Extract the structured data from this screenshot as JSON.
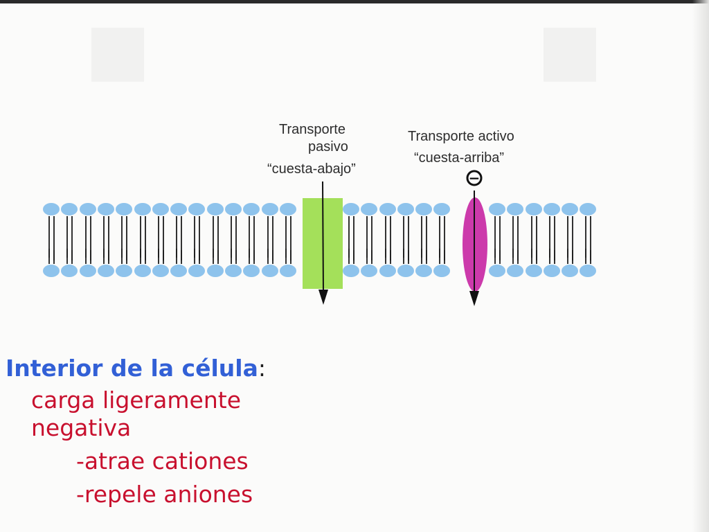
{
  "diagram": {
    "passive_title": "Transporte",
    "passive_title_2": "pasivo",
    "passive_subtitle": "“cuesta-abajo”",
    "active_title": "Transporte activo",
    "active_subtitle": "“cuesta-arriba”",
    "charge_symbol": "−",
    "colors": {
      "phospholipid_head": "#8ec3ec",
      "phospholipid_tail": "#1c1c1c",
      "passive_channel": "#a4e05a",
      "active_pump": "#cc3aab",
      "arrow": "#111111"
    }
  },
  "caption": {
    "heading": "Interior de la célula",
    "colon": ":",
    "line_1": "carga ligeramente negativa",
    "line_2": "-atrae cationes",
    "line_3": "-repele aniones",
    "colors": {
      "heading": "#3260d6",
      "body": "#c8102e"
    }
  }
}
